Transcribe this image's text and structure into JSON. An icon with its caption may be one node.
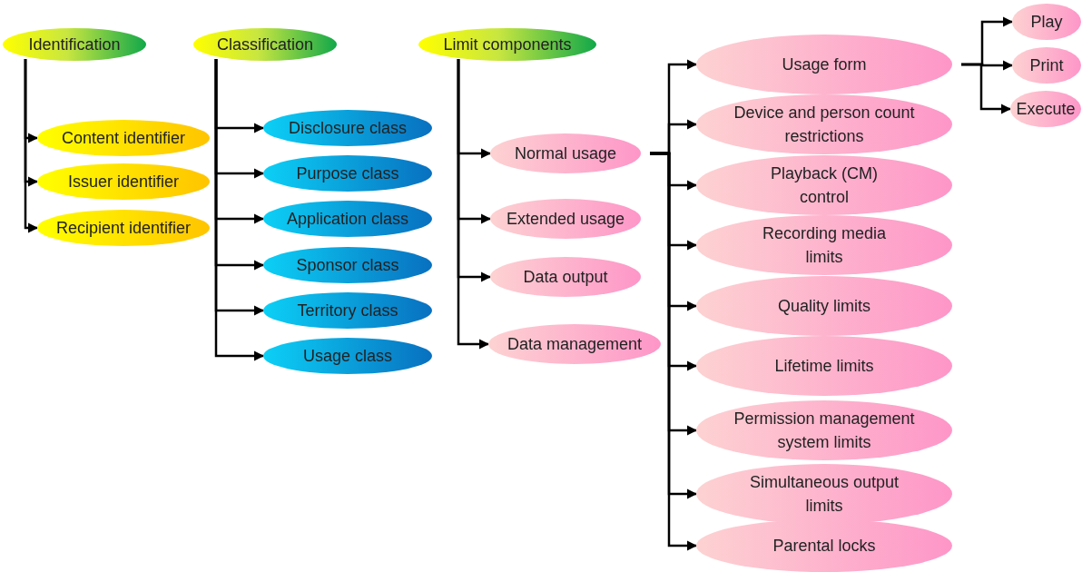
{
  "diagram": {
    "nodes": [
      {
        "text": [
          "Identification"
        ]
      },
      {
        "text": [
          "Content identifier"
        ]
      },
      {
        "text": [
          "Issuer identifier"
        ]
      },
      {
        "text": [
          "Recipient identifier"
        ]
      },
      {
        "text": [
          "Classification"
        ]
      },
      {
        "text": [
          "Disclosure class"
        ]
      },
      {
        "text": [
          "Purpose class"
        ]
      },
      {
        "text": [
          "Application class"
        ]
      },
      {
        "text": [
          "Sponsor class"
        ]
      },
      {
        "text": [
          "Territory class"
        ]
      },
      {
        "text": [
          "Usage class"
        ]
      },
      {
        "text": [
          "Limit components"
        ]
      },
      {
        "text": [
          "Normal usage"
        ]
      },
      {
        "text": [
          "Extended usage"
        ]
      },
      {
        "text": [
          "Data output"
        ]
      },
      {
        "text": [
          "Data management"
        ]
      },
      {
        "text": [
          "Usage form"
        ]
      },
      {
        "text": [
          "Device and person count restrictions"
        ]
      },
      {
        "text": [
          "Playback (CM) control"
        ]
      },
      {
        "text": [
          "Recording media limits"
        ]
      },
      {
        "text": [
          "Quality limits"
        ]
      },
      {
        "text": [
          "Lifetime limits"
        ]
      },
      {
        "text": [
          "Permission management system limits"
        ]
      },
      {
        "text": [
          "Simultaneous output limits"
        ]
      },
      {
        "text": [
          "Parental locks"
        ]
      },
      {
        "text": [
          "Play"
        ]
      },
      {
        "text": [
          "Print"
        ]
      },
      {
        "text": [
          "Execute"
        ]
      }
    ],
    "edges": [
      {
        "from": 0,
        "to": 1,
        "arrow": "to"
      },
      {
        "from": 0,
        "to": 2,
        "arrow": "to"
      },
      {
        "from": 0,
        "to": 3,
        "arrow": "to"
      },
      {
        "from": 4,
        "to": 5,
        "arrow": "to"
      },
      {
        "from": 4,
        "to": 6,
        "arrow": "to"
      },
      {
        "from": 4,
        "to": 7,
        "arrow": "to"
      },
      {
        "from": 4,
        "to": 8,
        "arrow": "to"
      },
      {
        "from": 4,
        "to": 9,
        "arrow": "to"
      },
      {
        "from": 4,
        "to": 10,
        "arrow": "to"
      },
      {
        "from": 11,
        "to": 12,
        "arrow": "to"
      },
      {
        "from": 11,
        "to": 13,
        "arrow": "to"
      },
      {
        "from": 11,
        "to": 14,
        "arrow": "to"
      },
      {
        "from": 11,
        "to": 15,
        "arrow": "to"
      },
      {
        "from": 12,
        "to": 16,
        "arrow": "to"
      },
      {
        "from": 12,
        "to": 17,
        "arrow": "to"
      },
      {
        "from": 12,
        "to": 18,
        "arrow": "to"
      },
      {
        "from": 12,
        "to": 19,
        "arrow": "to"
      },
      {
        "from": 12,
        "to": 20,
        "arrow": "to"
      },
      {
        "from": 12,
        "to": 21,
        "arrow": "to"
      },
      {
        "from": 12,
        "to": 22,
        "arrow": "to"
      },
      {
        "from": 12,
        "to": 23,
        "arrow": "to"
      },
      {
        "from": 12,
        "to": 24,
        "arrow": "to"
      },
      {
        "from": 16,
        "to": 25,
        "arrow": "to"
      },
      {
        "from": 16,
        "to": 26,
        "arrow": "to"
      },
      {
        "from": 16,
        "to": 27,
        "arrow": "to"
      }
    ]
  }
}
